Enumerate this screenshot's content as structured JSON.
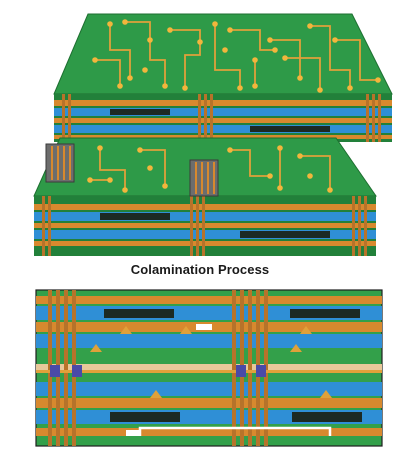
{
  "caption": "Colamination Process",
  "colors": {
    "board_top": "#2e9a48",
    "board_top_dark": "#1f7a34",
    "board_side": "#22803a",
    "trace": "#e0a13a",
    "pad": "#f2b63c",
    "core_orange": "#d8892e",
    "blue_layer": "#2f8fd6",
    "dark_layer": "#1c2a24",
    "copper_side": "#b7732a",
    "connector": "#6d6d6d",
    "section_green": "#33a04a",
    "section_outline": "#1e1e1e"
  },
  "illustration": {
    "top_view": "two stacked multilayer boards with surface traces and pads",
    "cross_section": "laminated layer stack with plated vias"
  }
}
